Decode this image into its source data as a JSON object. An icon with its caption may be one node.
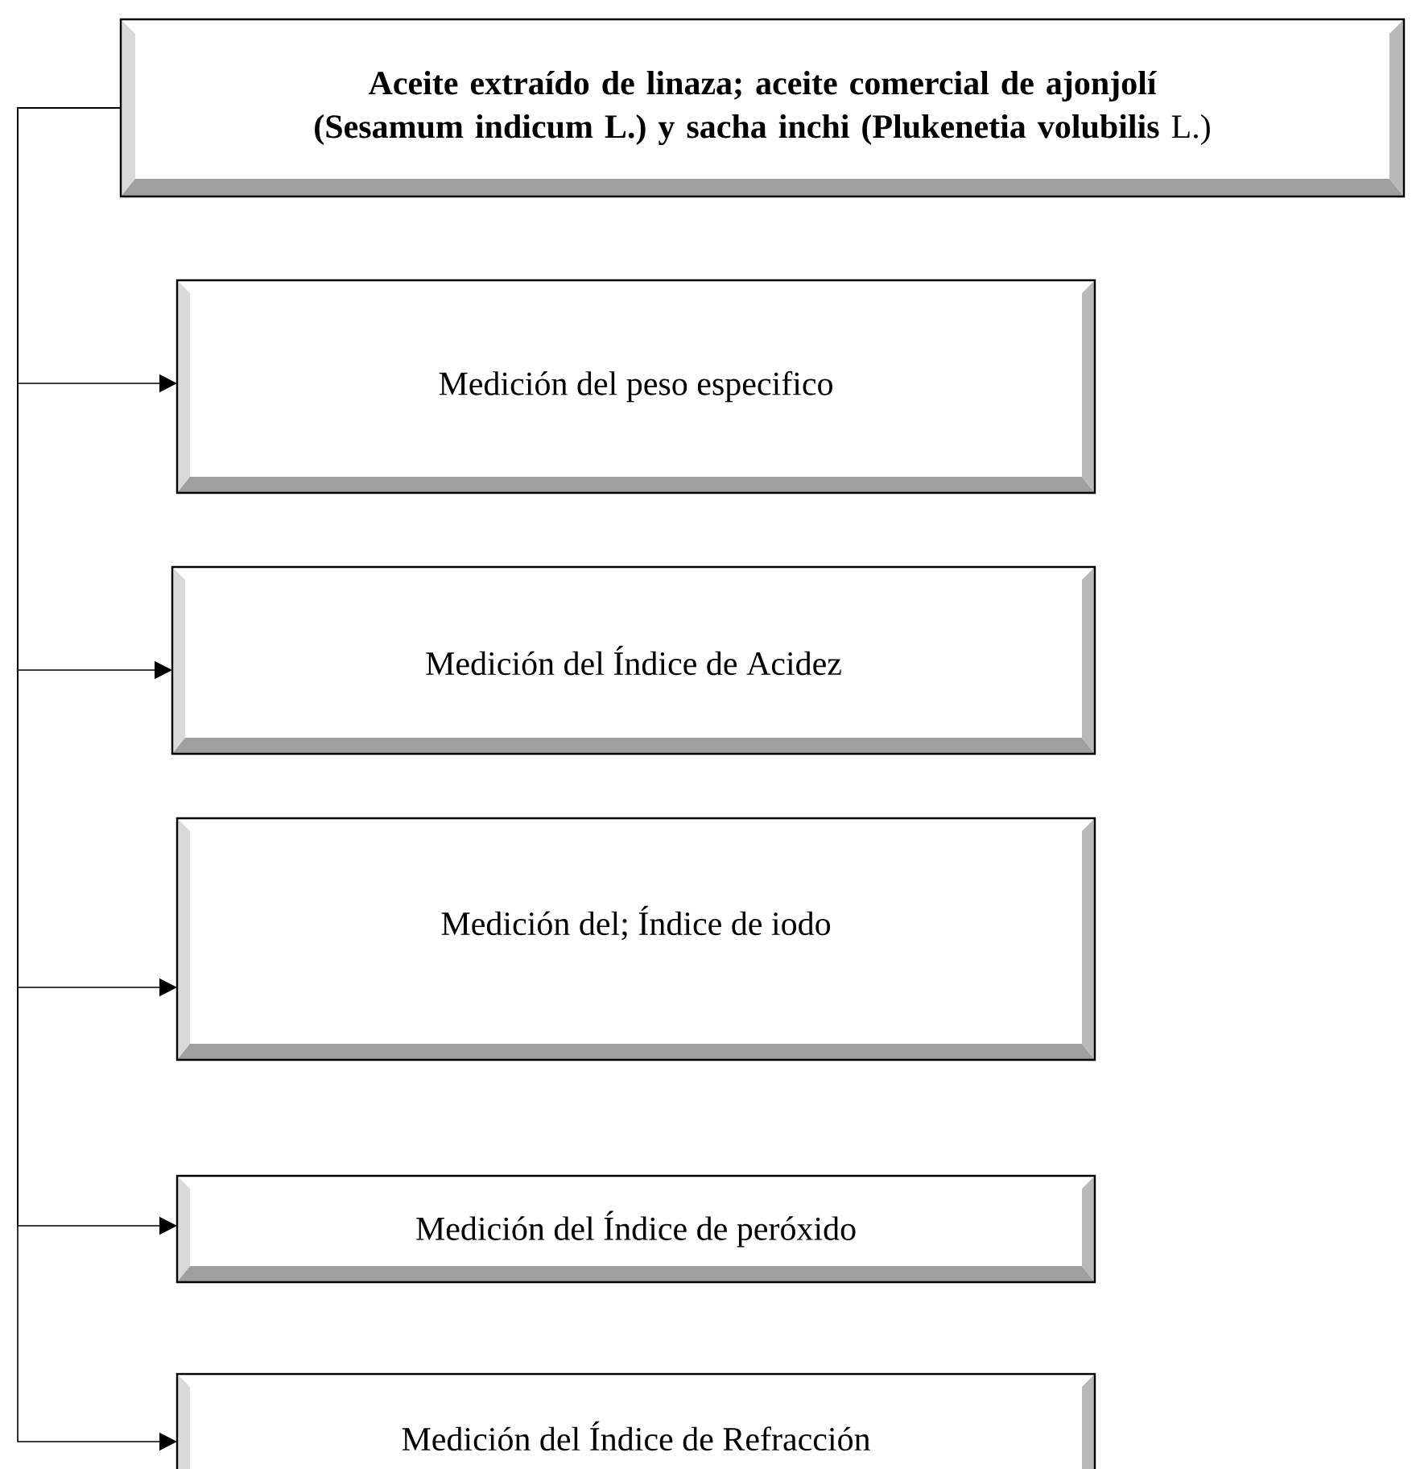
{
  "diagram": {
    "nodes": [
      {
        "text": [
          "**Aceite extraído de linaza; aceite comercial de ajonjolí (Sesamum indicum L.) y sacha inchi (Plukenetia volubilis** L.)"
        ]
      },
      {
        "text": [
          "Medición del peso especifico"
        ]
      },
      {
        "text": [
          "Medición del Índice de Acidez"
        ]
      },
      {
        "text": [
          "Medición del; Índice de iodo"
        ]
      },
      {
        "text": [
          "Medición del Índice de peróxido"
        ]
      },
      {
        "text": [
          "Medición del Índice de Refracción"
        ]
      }
    ],
    "edges": [
      {
        "from": 0,
        "to": 1,
        "arrow": "to"
      },
      {
        "from": 0,
        "to": 2,
        "arrow": "to"
      },
      {
        "from": 0,
        "to": 3,
        "arrow": "to"
      },
      {
        "from": 0,
        "to": 4,
        "arrow": "to"
      },
      {
        "from": 0,
        "to": 5,
        "arrow": "to"
      }
    ]
  }
}
